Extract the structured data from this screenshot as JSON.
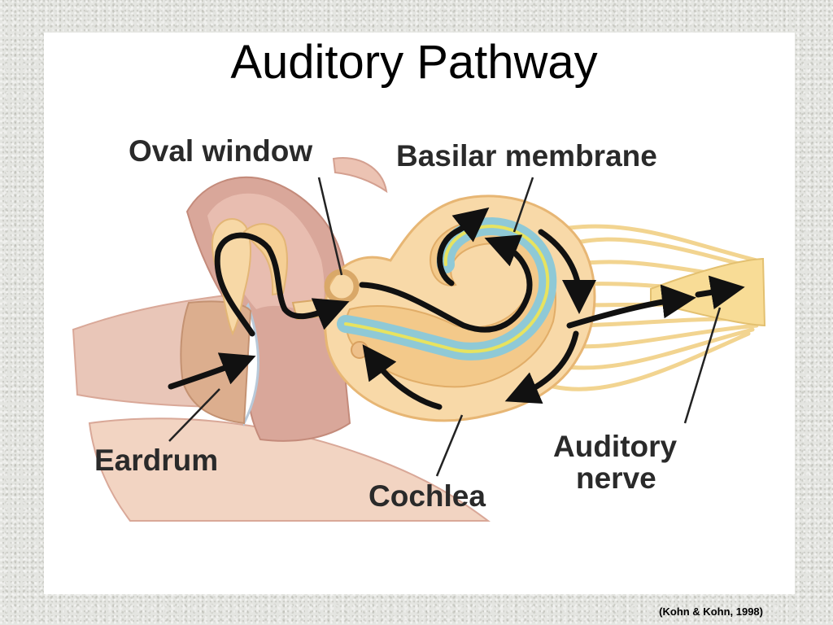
{
  "slide": {
    "title": "Auditory Pathway",
    "citation": "(Kohn & Kohn, 1998)"
  },
  "diagram": {
    "labels": {
      "oval_window": "Oval window",
      "basilar_membrane": "Basilar membrane",
      "eardrum": "Eardrum",
      "cochlea": "Cochlea",
      "auditory_nerve_line1": "Auditory",
      "auditory_nerve_line2": "nerve"
    }
  },
  "colors": {
    "tissue": "#e8c3b4",
    "tissue_dark": "#c98f7e",
    "bone": "#f7d8a6",
    "bone_outline": "#e3b676",
    "membrane_blue": "#8fc9d6",
    "membrane_yellow": "#e7e35f",
    "arrow": "#111111"
  }
}
